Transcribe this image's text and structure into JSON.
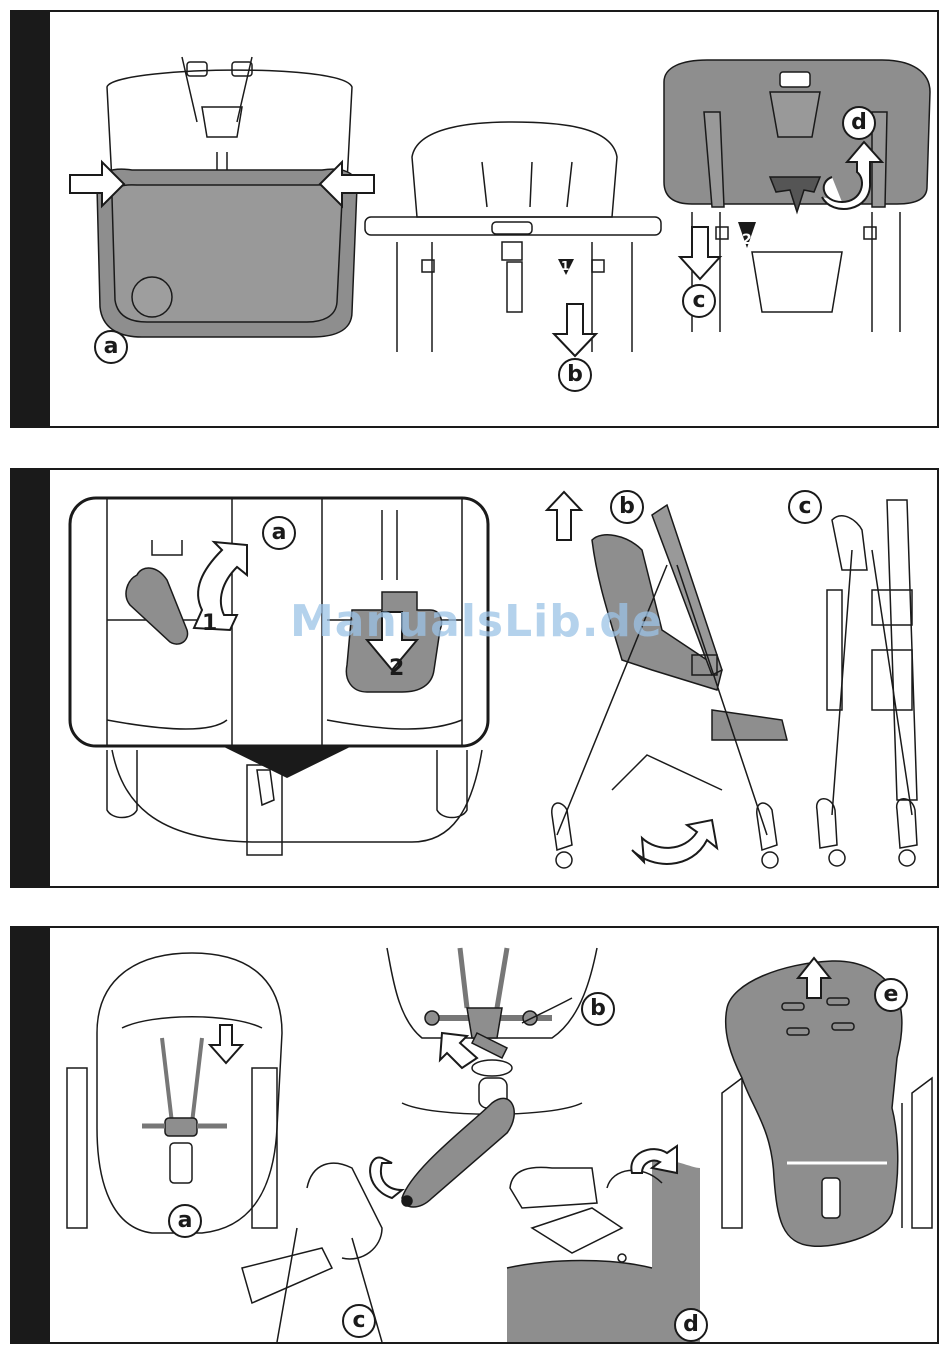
{
  "watermark": "ManualsLib.de",
  "panels": [
    {
      "labels": [
        "a",
        "b",
        "c",
        "d"
      ],
      "steps": [
        "1",
        "2"
      ]
    },
    {
      "labels": [
        "a",
        "b",
        "c"
      ],
      "steps": [
        "1",
        "2"
      ]
    },
    {
      "labels": [
        "a",
        "b",
        "c",
        "d",
        "e"
      ]
    }
  ],
  "colors": {
    "ink": "#1a1a1a",
    "shade": "#8e8e8e",
    "paper": "#ffffff",
    "watermark": "#9cc3e6"
  }
}
